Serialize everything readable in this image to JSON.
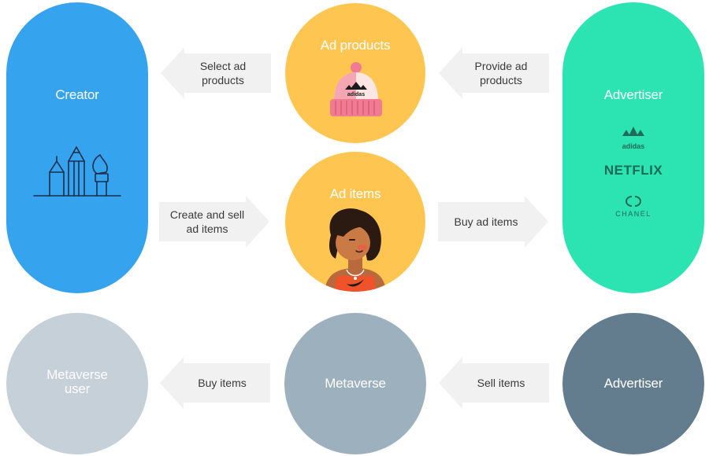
{
  "nodes": {
    "creator": {
      "label": "Creator"
    },
    "ad_products": {
      "label": "Ad products"
    },
    "advertiser_top": {
      "label": "Advertiser"
    },
    "ad_items": {
      "label": "Ad items"
    },
    "metaverse_user": {
      "label": "Metaverse\nuser"
    },
    "metaverse": {
      "label": "Metaverse"
    },
    "advertiser_bottom": {
      "label": "Advertiser"
    }
  },
  "arrows": {
    "select_ad_products": "Select ad\nproducts",
    "provide_ad_products": "Provide ad\nproducts",
    "create_and_sell_ad_items": "Create and sell\nad items",
    "buy_ad_items": "Buy ad items",
    "buy_items": "Buy items",
    "sell_items": "Sell items"
  },
  "brands": {
    "adidas": "adidas",
    "netflix": "NETFLIX",
    "chanel": "CHANEL"
  },
  "colors": {
    "creator_blue": "#36a3ee",
    "ad_yellow": "#fec651",
    "advertiser_green": "#2ce3b2",
    "metaverse_user_gray": "#c5d0d8",
    "metaverse_gray": "#9cb0be",
    "advertiser_slate": "#637d8f",
    "arrow_bg": "#f1f1f1"
  }
}
